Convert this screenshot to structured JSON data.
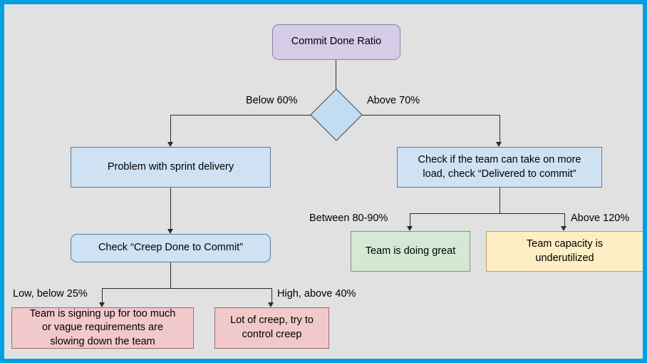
{
  "diagram": {
    "title_node": "Commit Done Ratio",
    "canvas": {
      "background_color": "#e1e1e1",
      "border_color": "#00a0e3"
    },
    "nodes": {
      "commit_done_ratio": "Commit Done Ratio",
      "decision": "",
      "problem_sprint_delivery": "Problem with sprint delivery",
      "check_team_capacity": "Check if the team can take on more\nload, check “Delivered to commit”",
      "check_creep_done": "Check “Creep Done to Commit”",
      "team_doing_great": "Team is doing great",
      "team_underutilized": "Team capacity is\nunderutilized",
      "signing_up_too_much": "Team is signing up for too much\nor vague requirements are\nslowing down the team",
      "lot_of_creep": "Lot of creep, try to\ncontrol creep"
    },
    "edge_labels": {
      "below_60": "Below 60%",
      "above_70": "Above 70%",
      "between_80_90": "Between 80-90%",
      "above_120": "Above 120%",
      "low_below_25": "Low, below 25%",
      "high_above_40": "High, above 40%"
    },
    "colors": {
      "lavender": "#d5cde8",
      "blue": "#cfe2f3",
      "diamond_blue": "#c2dcf2",
      "green": "#d5e8d4",
      "yellow": "#fdeec4",
      "pink": "#f2c9cb",
      "line": "#2b2b2f"
    }
  }
}
